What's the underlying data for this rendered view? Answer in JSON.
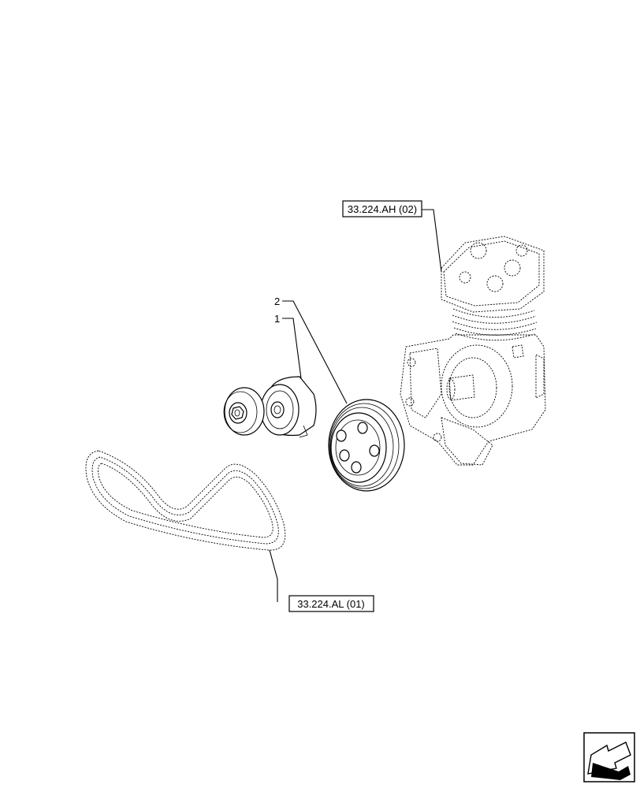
{
  "references": {
    "compressor_ref": "33.224.AH (02)",
    "belt_ref": "33.224.AL (01)"
  },
  "callouts": {
    "item_1": "1",
    "item_2": "2"
  },
  "nav": {
    "icon": "arrow-navigation-icon"
  }
}
